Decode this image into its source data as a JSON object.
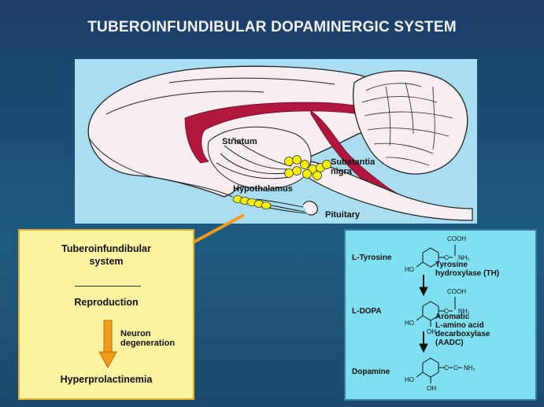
{
  "title": "TUBEROINFUNDIBULAR DOPAMINERGIC SYSTEM",
  "brain": {
    "striatum": "Striatum",
    "substantia_line1": "Substantia",
    "substantia_line2": "nigra",
    "hypothalamus": "Hypothalamus",
    "pituitary": "Pituitary"
  },
  "pathway": {
    "tuberoinfundibular_line1": "Tuberoinfundibular",
    "tuberoinfundibular_line2": "system",
    "reproduction": "Reproduction",
    "neuron_line1": "Neuron",
    "neuron_line2": "degeneration",
    "hyperprolactinemia": "Hyperprolactinemia"
  },
  "synthesis": {
    "tyrosine": "L-Tyrosine",
    "dopa": "L-DOPA",
    "dopamine": "Dopamine",
    "th_line1": "Tyrosine",
    "th_line2": "hydroxylase  (TH)",
    "aadc_line1": "Aromatic",
    "aadc_line2": "L-amino acid",
    "aadc_line3": "decarboxylase",
    "aadc_line4": "(AADC)",
    "cooh": "COOH",
    "nh2": "NH₂",
    "ho": "HO",
    "oh": "OH",
    "c": "C",
    "dash": "—"
  },
  "colors": {
    "background": "#1d4a6b",
    "brain_panel": "#a9ddf1",
    "ventricle": "#b0163e",
    "neuron_yellow": "#f5f00a",
    "arrow_orange": "#f29a1a",
    "box_yellow": "#fdf4a1",
    "chem_panel": "#7fe0f2"
  }
}
